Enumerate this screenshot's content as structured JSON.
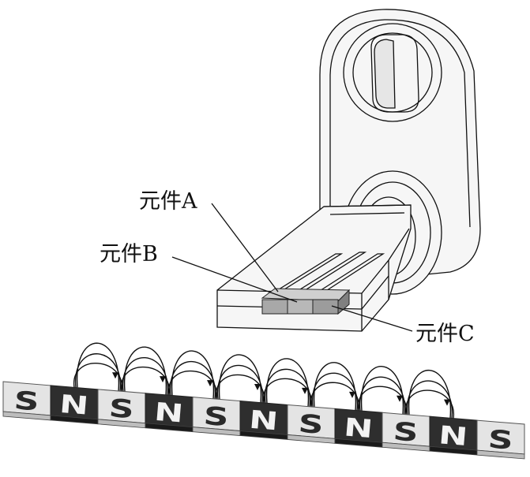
{
  "labels": {
    "element_a": "元件A",
    "element_b": "元件B",
    "element_c": "元件C"
  },
  "magnet_strip": {
    "poles": [
      "S",
      "N",
      "S",
      "N",
      "S",
      "N",
      "S",
      "N",
      "S",
      "N",
      "S"
    ]
  }
}
